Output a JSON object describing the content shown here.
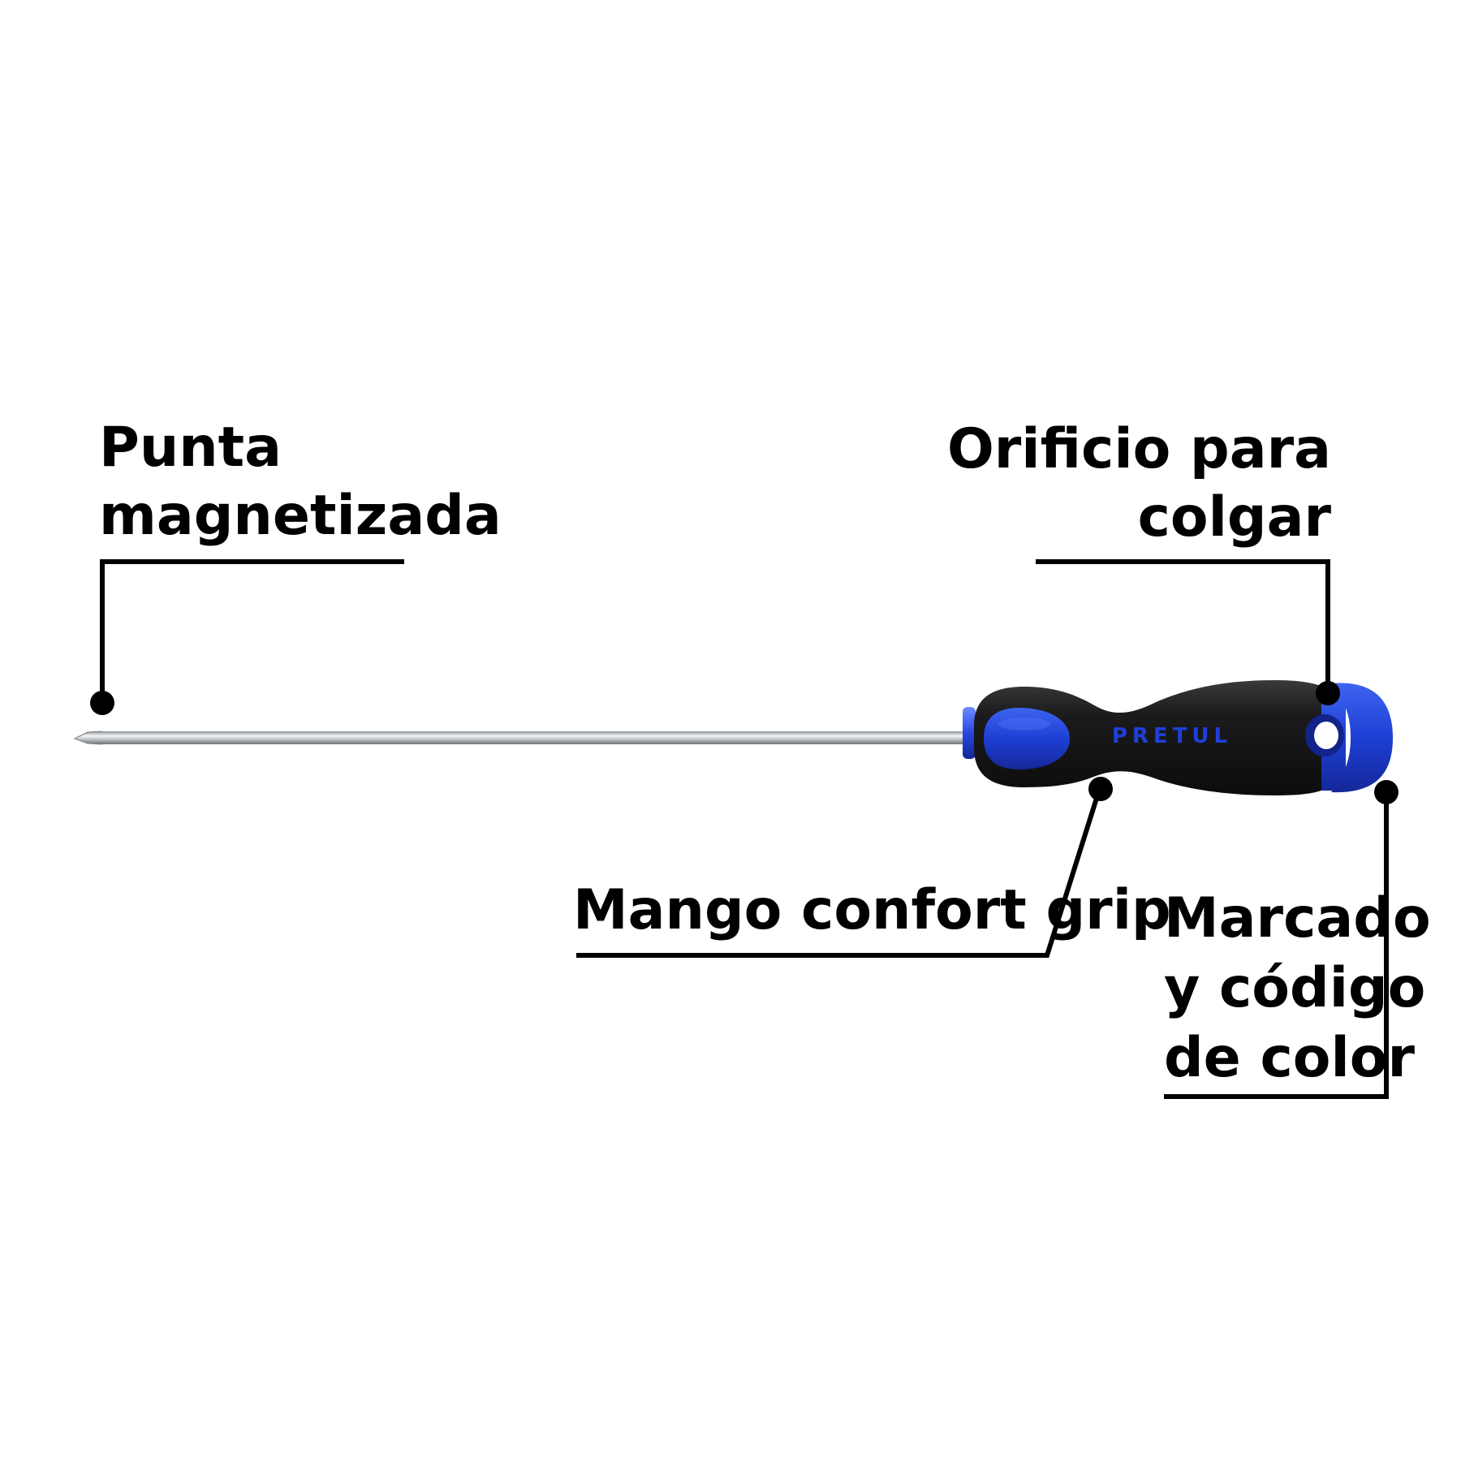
{
  "callouts": {
    "tip": {
      "lines": [
        "Punta",
        "magnetizada"
      ]
    },
    "hole": {
      "lines": [
        "Orificio para",
        "colgar"
      ]
    },
    "grip": {
      "lines": [
        "Mango confort grip"
      ]
    },
    "marking": {
      "lines": [
        "Marcado",
        "y código",
        "de color"
      ]
    }
  },
  "product": {
    "brand": "PRETUL",
    "colors": {
      "handle_black": "#1c1c1e",
      "handle_blue": "#1e3fd4",
      "shaft_steel": "#c9ccd0"
    }
  }
}
